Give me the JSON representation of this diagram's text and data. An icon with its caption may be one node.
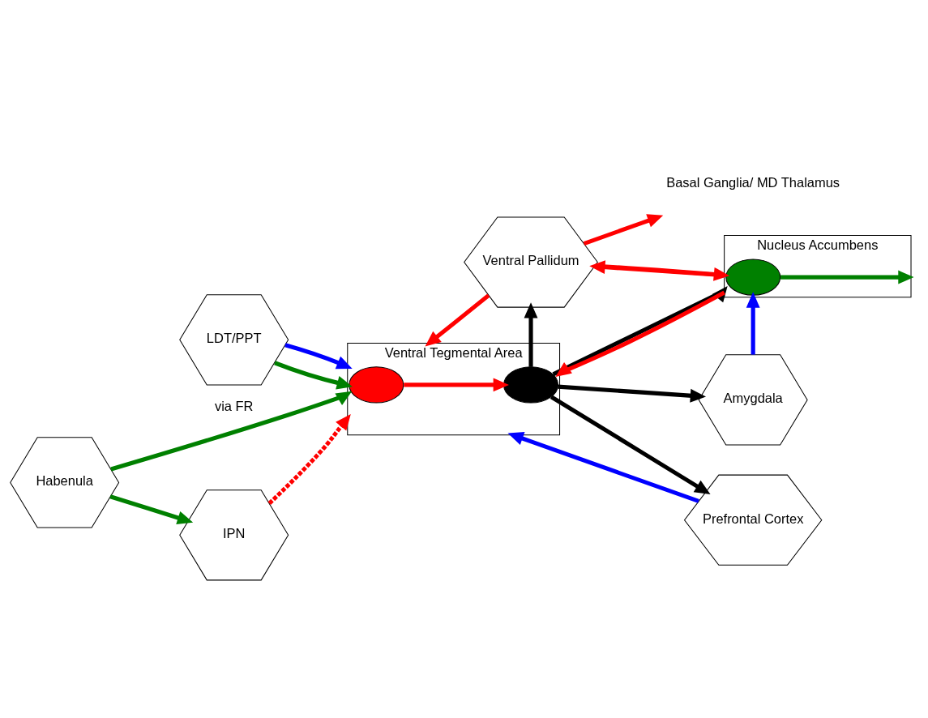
{
  "diagram": {
    "nodes": [
      {
        "text": [
          "Basal Ganglia/ MD Thalamus"
        ]
      },
      {
        "text": [
          "Ventral Pallidum"
        ]
      },
      {
        "text": [
          "Ventral Tegmental Area"
        ]
      },
      {
        "text": [],
        "shape": "ellipse",
        "in": 2
      },
      {
        "text": [],
        "shape": "ellipse",
        "in": 2
      },
      {
        "text": [
          "Amygdala"
        ]
      },
      {
        "text": [
          "LDT/PPT"
        ]
      },
      {
        "text": [
          "Nucleus Accumbens"
        ]
      },
      {
        "text": [],
        "shape": "ellipse",
        "in": 7
      },
      {
        "text": [
          "Habenula"
        ]
      },
      {
        "text": [
          "IPN"
        ]
      },
      {
        "text": [
          "Prefrontal Cortex"
        ]
      }
    ],
    "edges": [
      {
        "from": 1,
        "to": 0,
        "arrow": "to",
        "color": "#ff0000"
      },
      {
        "from": 1,
        "to": 7,
        "arrow": "to",
        "color": "#ff0000"
      },
      {
        "from": 7,
        "to": 1,
        "arrow": "to",
        "color": "#ff0000"
      },
      {
        "from": 4,
        "to": 1,
        "arrow": "to",
        "color": "#000000"
      },
      {
        "from": 1,
        "to": 2,
        "arrow": "to",
        "color": "#ff0000"
      },
      {
        "from": 3,
        "to": 4,
        "arrow": "to",
        "color": "#ff0000"
      },
      {
        "from": 4,
        "to": 5,
        "arrow": "to",
        "color": "#000000"
      },
      {
        "from": 5,
        "to": 7,
        "arrow": "to",
        "color": "#0000ff"
      },
      {
        "from": 6,
        "to": 2,
        "arrow": "to",
        "color": "#008000"
      },
      {
        "from": 6,
        "to": 2,
        "arrow": "to",
        "color": "#0000ff"
      },
      {
        "from": 4,
        "to": 7,
        "arrow": "to",
        "color": "#000000"
      },
      {
        "from": 7,
        "to": 2,
        "arrow": "to",
        "color": "#ff0000"
      },
      {
        "from": 8,
        "to": 7,
        "arrow": "to",
        "color": "#008000"
      },
      {
        "from": 9,
        "to": 2,
        "arrow": "to",
        "color": "#008000",
        "label": "via FR"
      },
      {
        "from": 9,
        "to": 10,
        "arrow": "to",
        "color": "#008000"
      },
      {
        "from": 10,
        "to": 2,
        "arrow": "to",
        "color": "#ff0000",
        "style": "dashed"
      },
      {
        "from": 4,
        "to": 11,
        "arrow": "to",
        "color": "#000000"
      },
      {
        "from": 11,
        "to": 2,
        "arrow": "to",
        "color": "#0000ff"
      }
    ]
  }
}
